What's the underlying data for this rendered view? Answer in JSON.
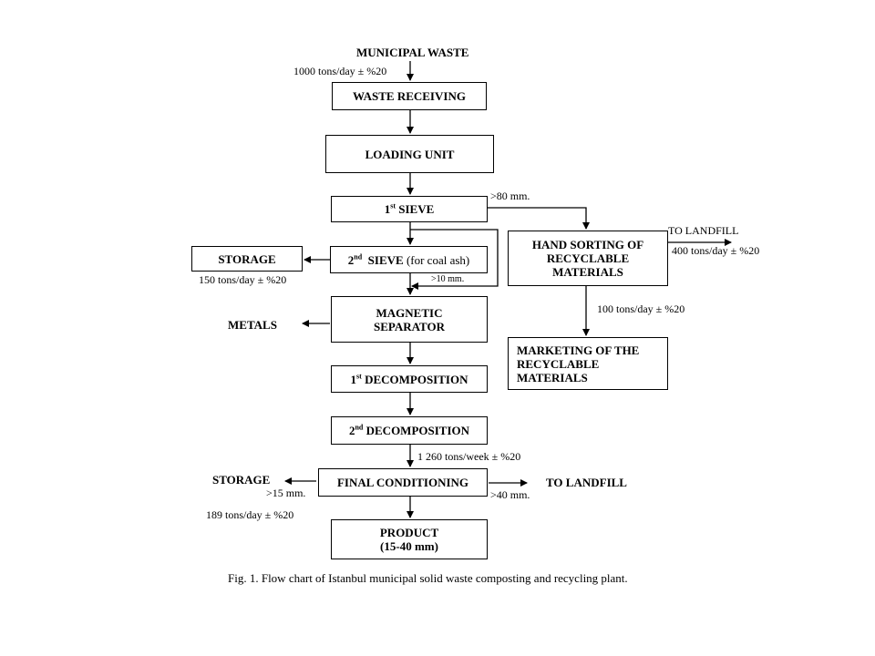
{
  "input": {
    "label": "MUNICIPAL WASTE",
    "rate": "1000 tons/day ± %20"
  },
  "nodes": {
    "waste_receiving": "WASTE RECEIVING",
    "loading_unit": "LOADING UNIT",
    "sieve1_sup": "st",
    "sieve1_text": "SIEVE",
    "sieve2_sup": "nd",
    "sieve2_text": "SIEVE",
    "sieve2_note": "(for coal ash)",
    "storage_top": "STORAGE",
    "magnetic_line1": "MAGNETIC",
    "magnetic_line2": "SEPARATOR",
    "decomp1_sup": "st",
    "decomp1_text": "DECOMPOSITION",
    "decomp2_sup": "nd",
    "decomp2_text": "DECOMPOSITION",
    "final_conditioning": "FINAL CONDITIONING",
    "product_line1": "PRODUCT",
    "product_line2": "(15-40 mm)",
    "hand_line1": "HAND SORTING OF",
    "hand_line2": "RECYCLABLE",
    "hand_line3": "MATERIALS",
    "marketing_line1": "MARKETING OF THE",
    "marketing_line2": "RECYCLABLE",
    "marketing_line3": "MATERIALS"
  },
  "labels": {
    "over_80": ">80 mm.",
    "over_10": ">10 mm.",
    "storage_rate": "150 tons/day ± %20",
    "metals": "METALS",
    "to_landfill_top": "TO LANDFILL",
    "landfill_rate": "400 tons/day ± %20",
    "recyclable_rate": "100 tons/day ± %20",
    "week_rate": "1 260 tons/week ± %20",
    "storage_bottom": "STORAGE",
    "over_15": ">15 mm.",
    "storage_bottom_rate": "189 tons/day ± %20",
    "to_landfill_bottom": "TO LANDFILL",
    "over_40": ">40 mm."
  },
  "caption": "Fig. 1.  Flow chart of Istanbul municipal solid waste composting and recycling plant."
}
